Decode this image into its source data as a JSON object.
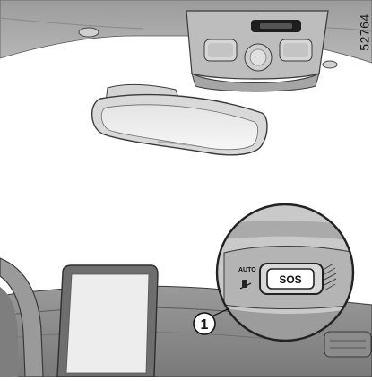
{
  "figure": {
    "reference_number": "52764",
    "callout_number": "1",
    "button_label": "SOS",
    "button_mode_label": "AUTO"
  },
  "colors": {
    "headliner": "#a9a9a9",
    "windshield": "#ffffff",
    "dashboard": "#8a8a8a",
    "outline": "#3a3a3a",
    "screen": "#eeeeee"
  }
}
